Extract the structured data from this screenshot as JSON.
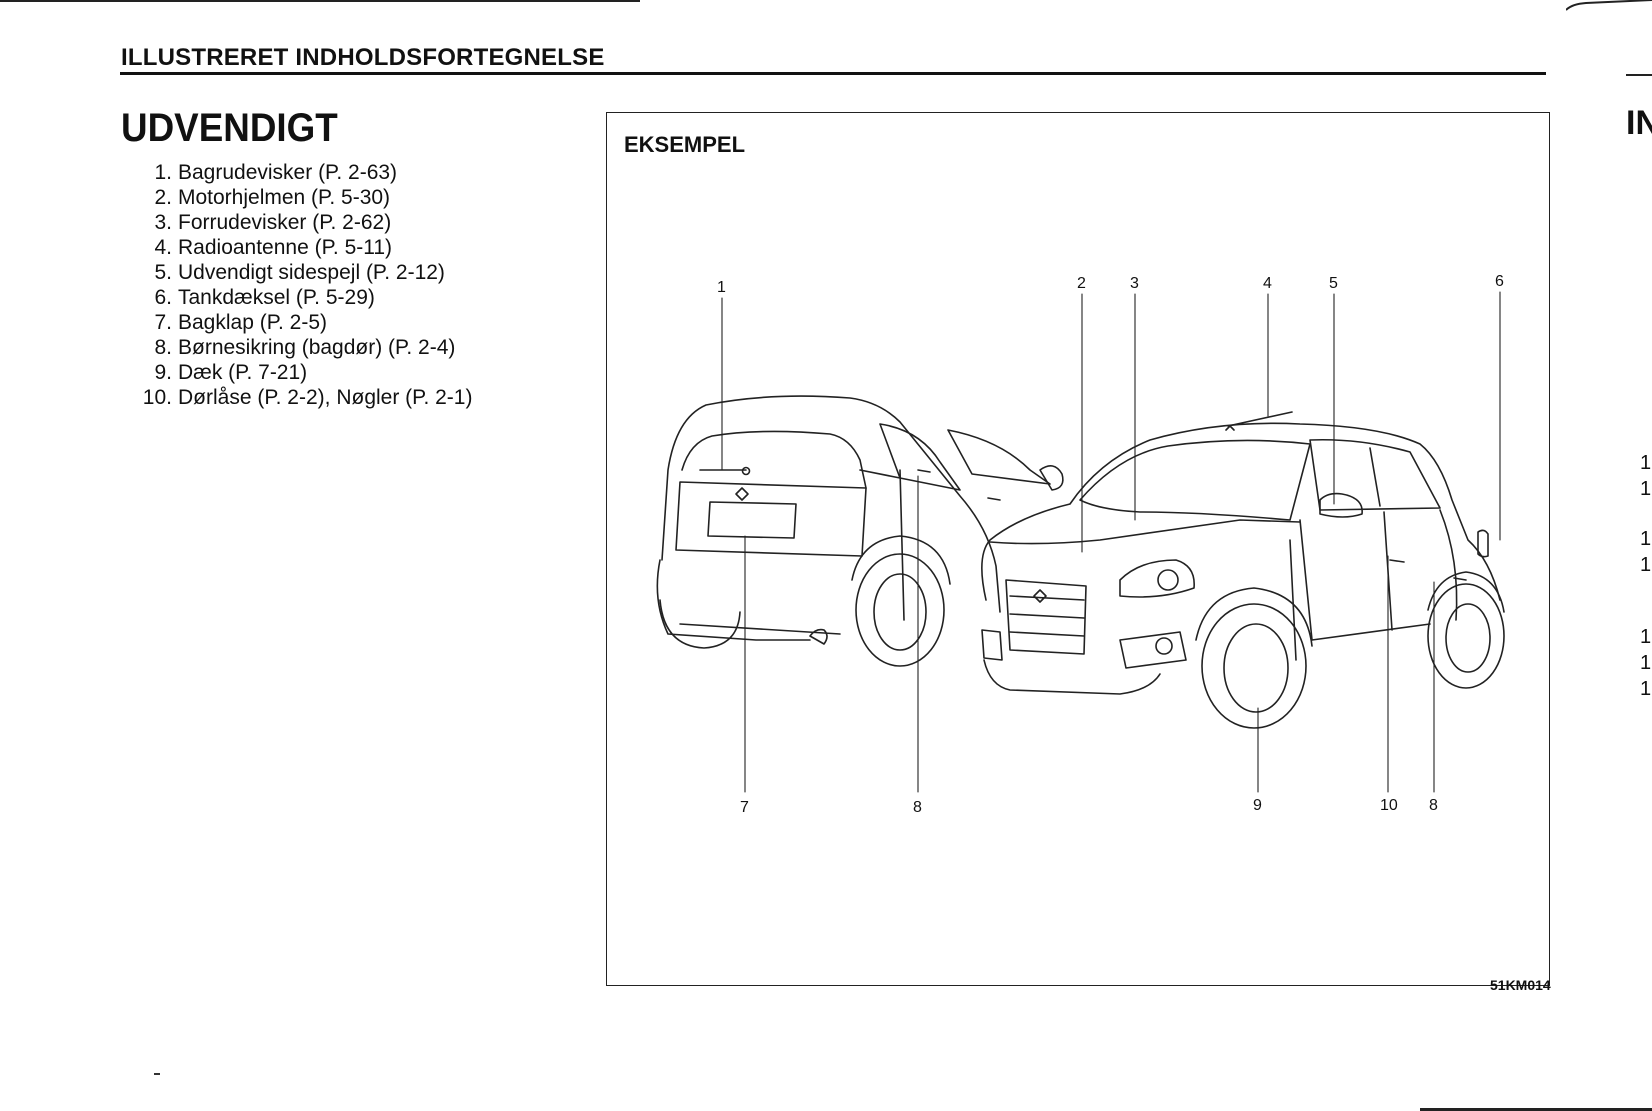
{
  "header": {
    "title": "ILLUSTRERET INDHOLDSFORTEGNELSE"
  },
  "section": {
    "title": "UDVENDIGT"
  },
  "parts": [
    {
      "num": "1.",
      "label": "Bagrudevisker (P. 2-63)"
    },
    {
      "num": "2.",
      "label": "Motorhjelmen (P. 5-30)"
    },
    {
      "num": "3.",
      "label": "Forrudevisker (P. 2-62)"
    },
    {
      "num": "4.",
      "label": "Radioantenne (P. 5-11)"
    },
    {
      "num": "5.",
      "label": "Udvendigt sidespejl (P. 2-12)"
    },
    {
      "num": "6.",
      "label": "Tankdæksel (P. 5-29)"
    },
    {
      "num": "7.",
      "label": "Bagklap (P. 2-5)"
    },
    {
      "num": "8.",
      "label": "Børnesikring (bagdør) (P. 2-4)"
    },
    {
      "num": "9.",
      "label": "Dæk (P. 7-21)"
    },
    {
      "num": "10.",
      "label": "Dørlåse (P. 2-2), Nøgler (P. 2-1)"
    }
  ],
  "figure": {
    "label": "EKSEMPEL",
    "code": "51KM014",
    "callouts": {
      "top": [
        "1",
        "2",
        "3",
        "4",
        "5",
        "6"
      ],
      "bottom": [
        "7",
        "8",
        "9",
        "10",
        "8"
      ]
    }
  },
  "next_page": {
    "heading_fragment": "IN",
    "numbers": [
      "1",
      "1",
      "1",
      "1",
      "1",
      "1",
      "1"
    ]
  }
}
